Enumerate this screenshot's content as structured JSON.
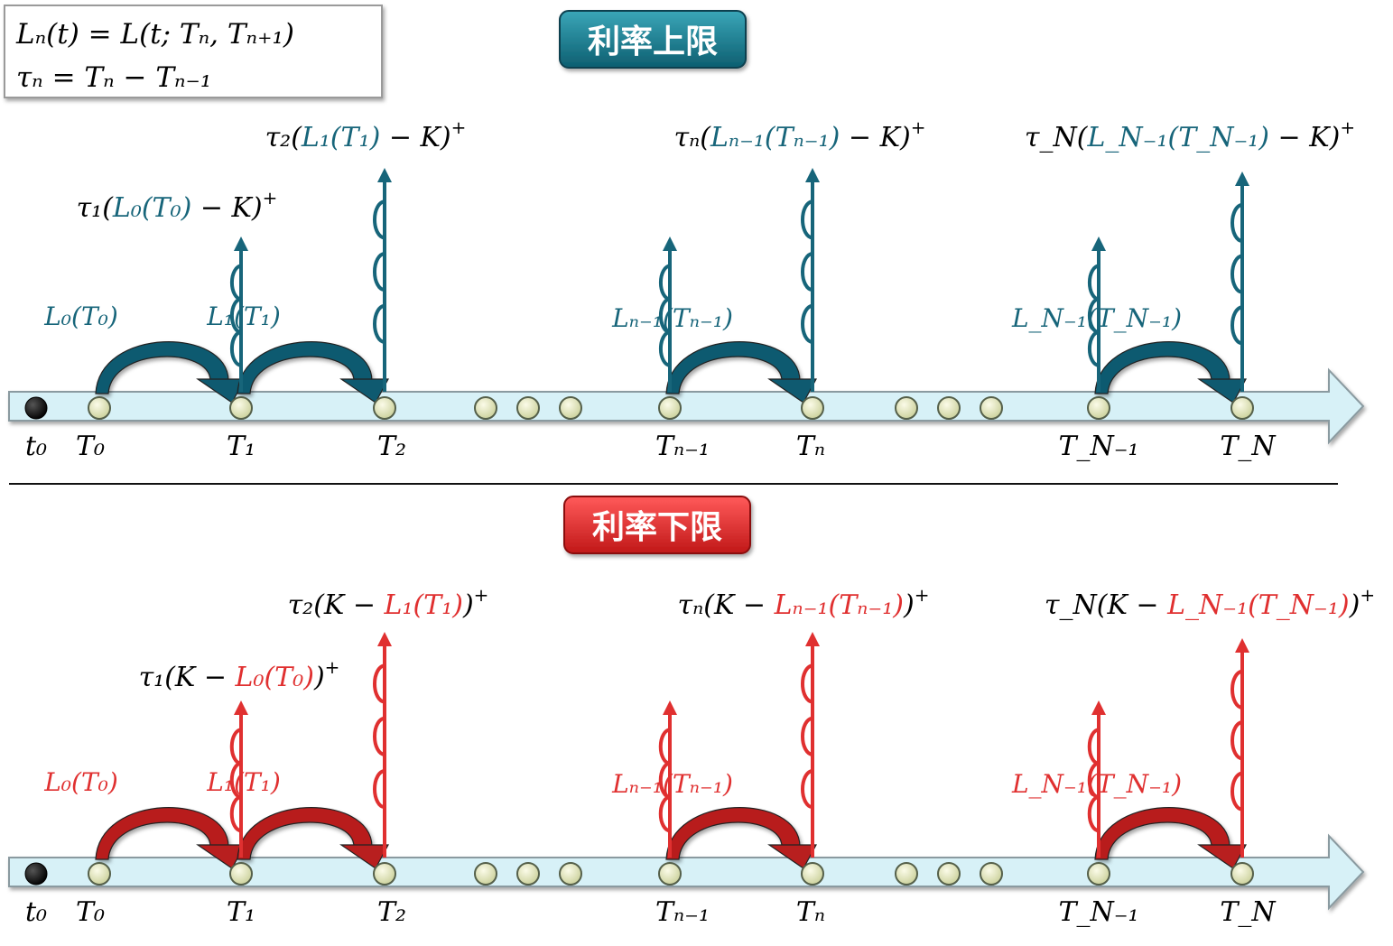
{
  "definitions": {
    "line1": "Lₙ(t) = L(t; Tₙ, Tₙ₊₁)",
    "line2": "τₙ = Tₙ − Tₙ₋₁"
  },
  "sections": [
    {
      "id": "cap",
      "title": "利率上限",
      "badge_color": "#17788a",
      "flow_color": "#17657a",
      "payoffs": [
        {
          "tau": "τ₁",
          "rate": "L₀(T₀)",
          "template": "cap"
        },
        {
          "tau": "τ₂",
          "rate": "L₁(T₁)",
          "template": "cap"
        },
        {
          "tau": "τₙ",
          "rate": "Lₙ₋₁(Tₙ₋₁)",
          "template": "cap"
        },
        {
          "tau": "τ_N",
          "rate": "L_N₋₁(T_N₋₁)",
          "template": "cap"
        }
      ],
      "rate_labels": [
        "L₀(T₀)",
        "L₁(T₁)",
        "Lₙ₋₁(Tₙ₋₁)",
        "L_N₋₁(T_N₋₁)"
      ]
    },
    {
      "id": "floor",
      "title": "利率下限",
      "badge_color": "#d42c2c",
      "flow_color": "#e03030",
      "payoffs": [
        {
          "tau": "τ₁",
          "rate": "L₀(T₀)",
          "template": "floor"
        },
        {
          "tau": "τ₂",
          "rate": "L₁(T₁)",
          "template": "floor"
        },
        {
          "tau": "τₙ",
          "rate": "Lₙ₋₁(Tₙ₋₁)",
          "template": "floor"
        },
        {
          "tau": "τ_N",
          "rate": "L_N₋₁(T_N₋₁)",
          "template": "floor"
        }
      ],
      "rate_labels": [
        "L₀(T₀)",
        "L₁(T₁)",
        "Lₙ₋₁(Tₙ₋₁)",
        "L_N₋₁(T_N₋₁)"
      ]
    }
  ],
  "strike": "K",
  "plus": "+",
  "time_labels": [
    "t₀",
    "T₀",
    "T₁",
    "T₂",
    "Tₙ₋₁",
    "Tₙ",
    "T_N₋₁",
    "T_N"
  ],
  "colors": {
    "timeline_fill": "#d7f1f7",
    "timeline_stroke": "#8a9aa0",
    "node_fill": "#eef0cf",
    "node_stroke": "#55604a",
    "origin_fill": "#111111",
    "cap_arc": "#0f5a70",
    "floor_arc": "#b81f1f"
  },
  "icons": [
    "timeline-arrow-icon",
    "coupon-arrow-icon",
    "reset-arc-icon",
    "time-node-icon"
  ]
}
